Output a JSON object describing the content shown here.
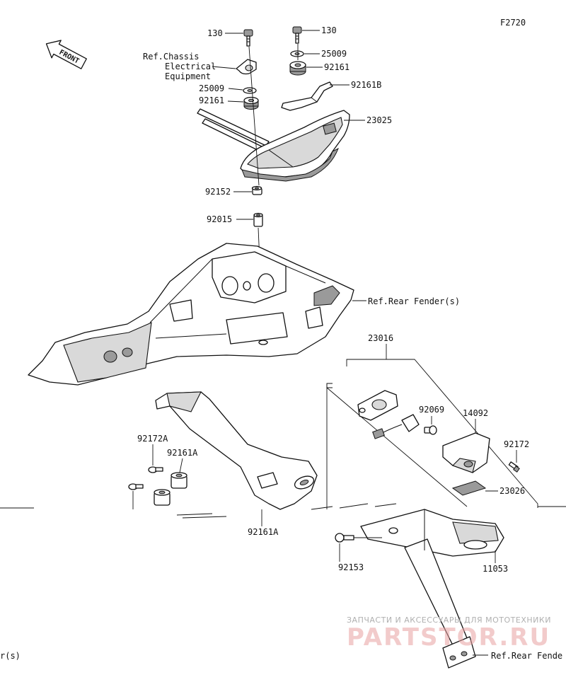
{
  "diagram_code": "F2720",
  "front_arrow_label": "FRONT",
  "labels": {
    "p130_left": "130",
    "p130_right": "130",
    "ref_chassis_1": "Ref.Chassis",
    "ref_chassis_2": "Electrical",
    "ref_chassis_3": "Equipment",
    "p25009_right": "25009",
    "p92161_right": "92161",
    "p25009_left": "25009",
    "p92161_left": "92161",
    "p92161b": "92161B",
    "p23025": "23025",
    "p92152": "92152",
    "p92015": "92015",
    "ref_rear_fender": "Ref.Rear Fender(s)",
    "p23016": "23016",
    "p92069": "92069",
    "p14092": "14092",
    "p92172": "92172",
    "p23026": "23026",
    "p92172a": "92172A",
    "p92161a_top": "92161A",
    "p92161a_bottom": "92161A",
    "p92153": "92153",
    "p11053": "11053",
    "ref_rear_fender_bottom": "Ref.Rear Fende",
    "ref_left_partial": "r(s)"
  },
  "watermark": {
    "line1": "ЗАПЧАСТИ И АКСЕССУАРЫ ДЛЯ МОТОТЕХНИКИ",
    "line2": "PARTSTOR.RU"
  }
}
